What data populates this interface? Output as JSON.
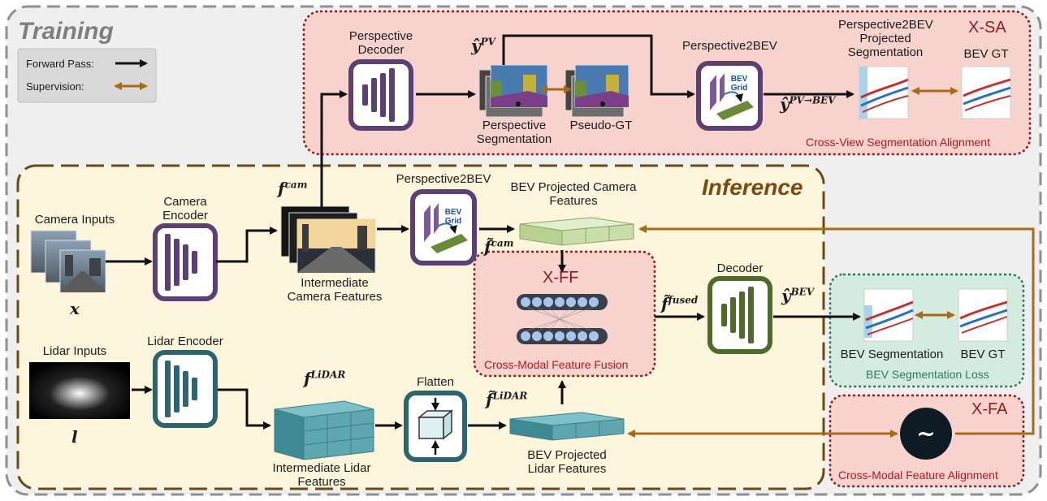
{
  "regions": {
    "training": "Training",
    "inference": "Inference",
    "xsa": "X-SA",
    "xsa_caption": "Cross-View Segmentation Alignment",
    "xff": "X-FF",
    "xff_caption": "Cross-Modal  Feature Fusion",
    "xfa": "X-FA",
    "xfa_caption": "Cross-Modal Feature Alignment",
    "seg_loss_caption": "BEV Segmentation Loss"
  },
  "legend": {
    "forward": "Forward Pass:",
    "supervision": "Supervision:"
  },
  "labels": {
    "perspective_decoder": "Perspective\nDecoder",
    "perspective_segmentation": "Perspective\nSegmentation",
    "pseudo_gt": "Pseudo-GT",
    "p2bev_top": "Perspective2BEV",
    "p2bev_projected_seg": "Perspective2BEV\nProjected\nSegmentation",
    "bev_gt_top": "BEV GT",
    "camera_inputs": "Camera Inputs",
    "camera_encoder": "Camera\nEncoder",
    "intermediate_camera": "Intermediate\nCamera Features",
    "p2bev_mid": "Perspective2BEV",
    "bev_proj_camera": "BEV Projected Camera\nFeatures",
    "decoder": "Decoder",
    "bev_segmentation": "BEV Segmentation",
    "bev_gt_bottom": "BEV GT",
    "lidar_inputs": "Lidar Inputs",
    "lidar_encoder": "Lidar Encoder",
    "intermediate_lidar": "Intermediate Lidar\nFeatures",
    "flatten": "Flatten",
    "bev_proj_lidar": "BEV Projected\nLidar Features",
    "bev_grid_a": "BEV\nGrid",
    "bev_grid_b": "BEV\nGrid",
    "tilde": "~"
  },
  "symbols": {
    "y_pv": "ŷ",
    "y_pv_sup": "PV",
    "y_pv_bev": "ŷ",
    "y_pv_bev_sup": "PV→BEV",
    "f_cam": "f",
    "f_cam_sup": "cam",
    "f_cam_tilde": "f̃",
    "f_cam_tilde_sup": "cam",
    "f_fused": "f̃",
    "f_fused_sup": "fused",
    "y_bev": "ŷ",
    "y_bev_sup": "BEV",
    "f_lidar": "f",
    "f_lidar_sup": "LiDAR",
    "f_lidar_tilde": "f̃",
    "f_lidar_tilde_sup": "LiDAR",
    "x": "x",
    "l": "l"
  },
  "colors": {
    "forward_arrow": "#111111",
    "supervision_arrow": "#a86a16",
    "training_bg": "#efefef",
    "inference_bg": "#fdf5dc",
    "xsa_bg": "#f8d3cd",
    "xsa_border": "#8d1c1c",
    "seg_loss_bg": "#d4ecdf",
    "seg_loss_border": "#2f7a58",
    "camera_module": "#5c3f73",
    "lidar_module": "#2c6470",
    "decoder_module": "#4f6b2c",
    "camera_feature": "#c9deaa",
    "lidar_feature": "#5fa6b0"
  }
}
